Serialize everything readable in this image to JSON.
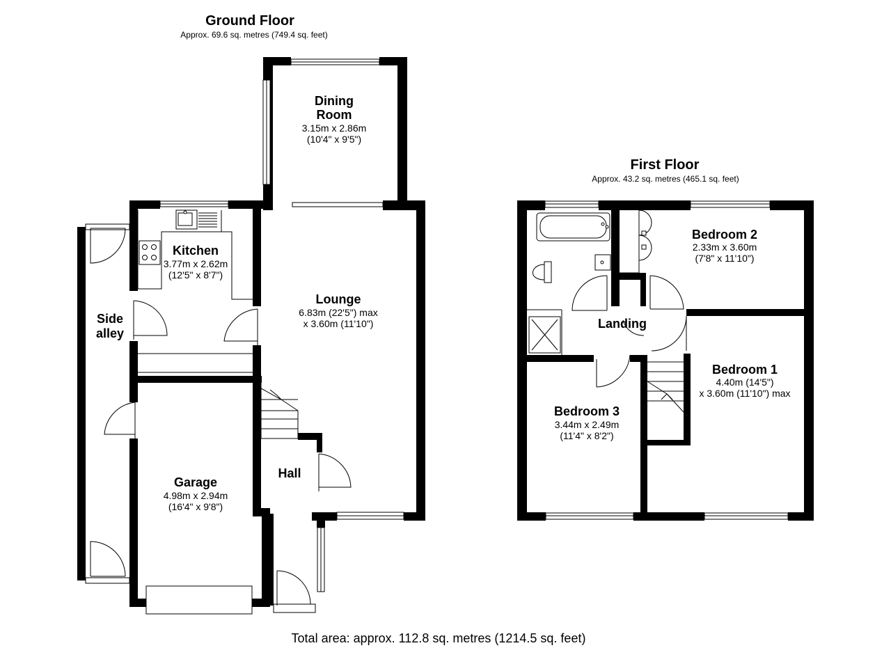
{
  "ground_floor": {
    "title": "Ground Floor",
    "area": "Approx. 69.6 sq. metres (749.4 sq. feet)",
    "rooms": {
      "dining": {
        "name_line1": "Dining",
        "name_line2": "Room",
        "dim1": "3.15m x 2.86m",
        "dim2": "(10'4\" x 9'5\")"
      },
      "kitchen": {
        "name": "Kitchen",
        "dim1": "3.77m x 2.62m",
        "dim2": "(12'5\" x 8'7\")"
      },
      "lounge": {
        "name": "Lounge",
        "dim1": "6.83m (22'5\") max",
        "dim2": "x 3.60m (11'10\")"
      },
      "side_alley": {
        "name_line1": "Side",
        "name_line2": "alley"
      },
      "garage": {
        "name": "Garage",
        "dim1": "4.98m x 2.94m",
        "dim2": "(16'4\" x 9'8\")"
      },
      "hall": {
        "name": "Hall"
      }
    }
  },
  "first_floor": {
    "title": "First Floor",
    "area": "Approx. 43.2 sq. metres (465.1 sq. feet)",
    "rooms": {
      "bedroom2": {
        "name": "Bedroom 2",
        "dim1": "2.33m x 3.60m",
        "dim2": "(7'8\" x 11'10\")"
      },
      "landing": {
        "name": "Landing"
      },
      "bedroom1": {
        "name": "Bedroom 1",
        "dim1": "4.40m (14'5\")",
        "dim2": "x 3.60m (11'10\") max"
      },
      "bedroom3": {
        "name": "Bedroom 3",
        "dim1": "3.44m x 2.49m",
        "dim2": "(11'4\" x 8'2\")"
      }
    }
  },
  "total_area": "Total area: approx. 112.8 sq. metres (1214.5 sq. feet)"
}
